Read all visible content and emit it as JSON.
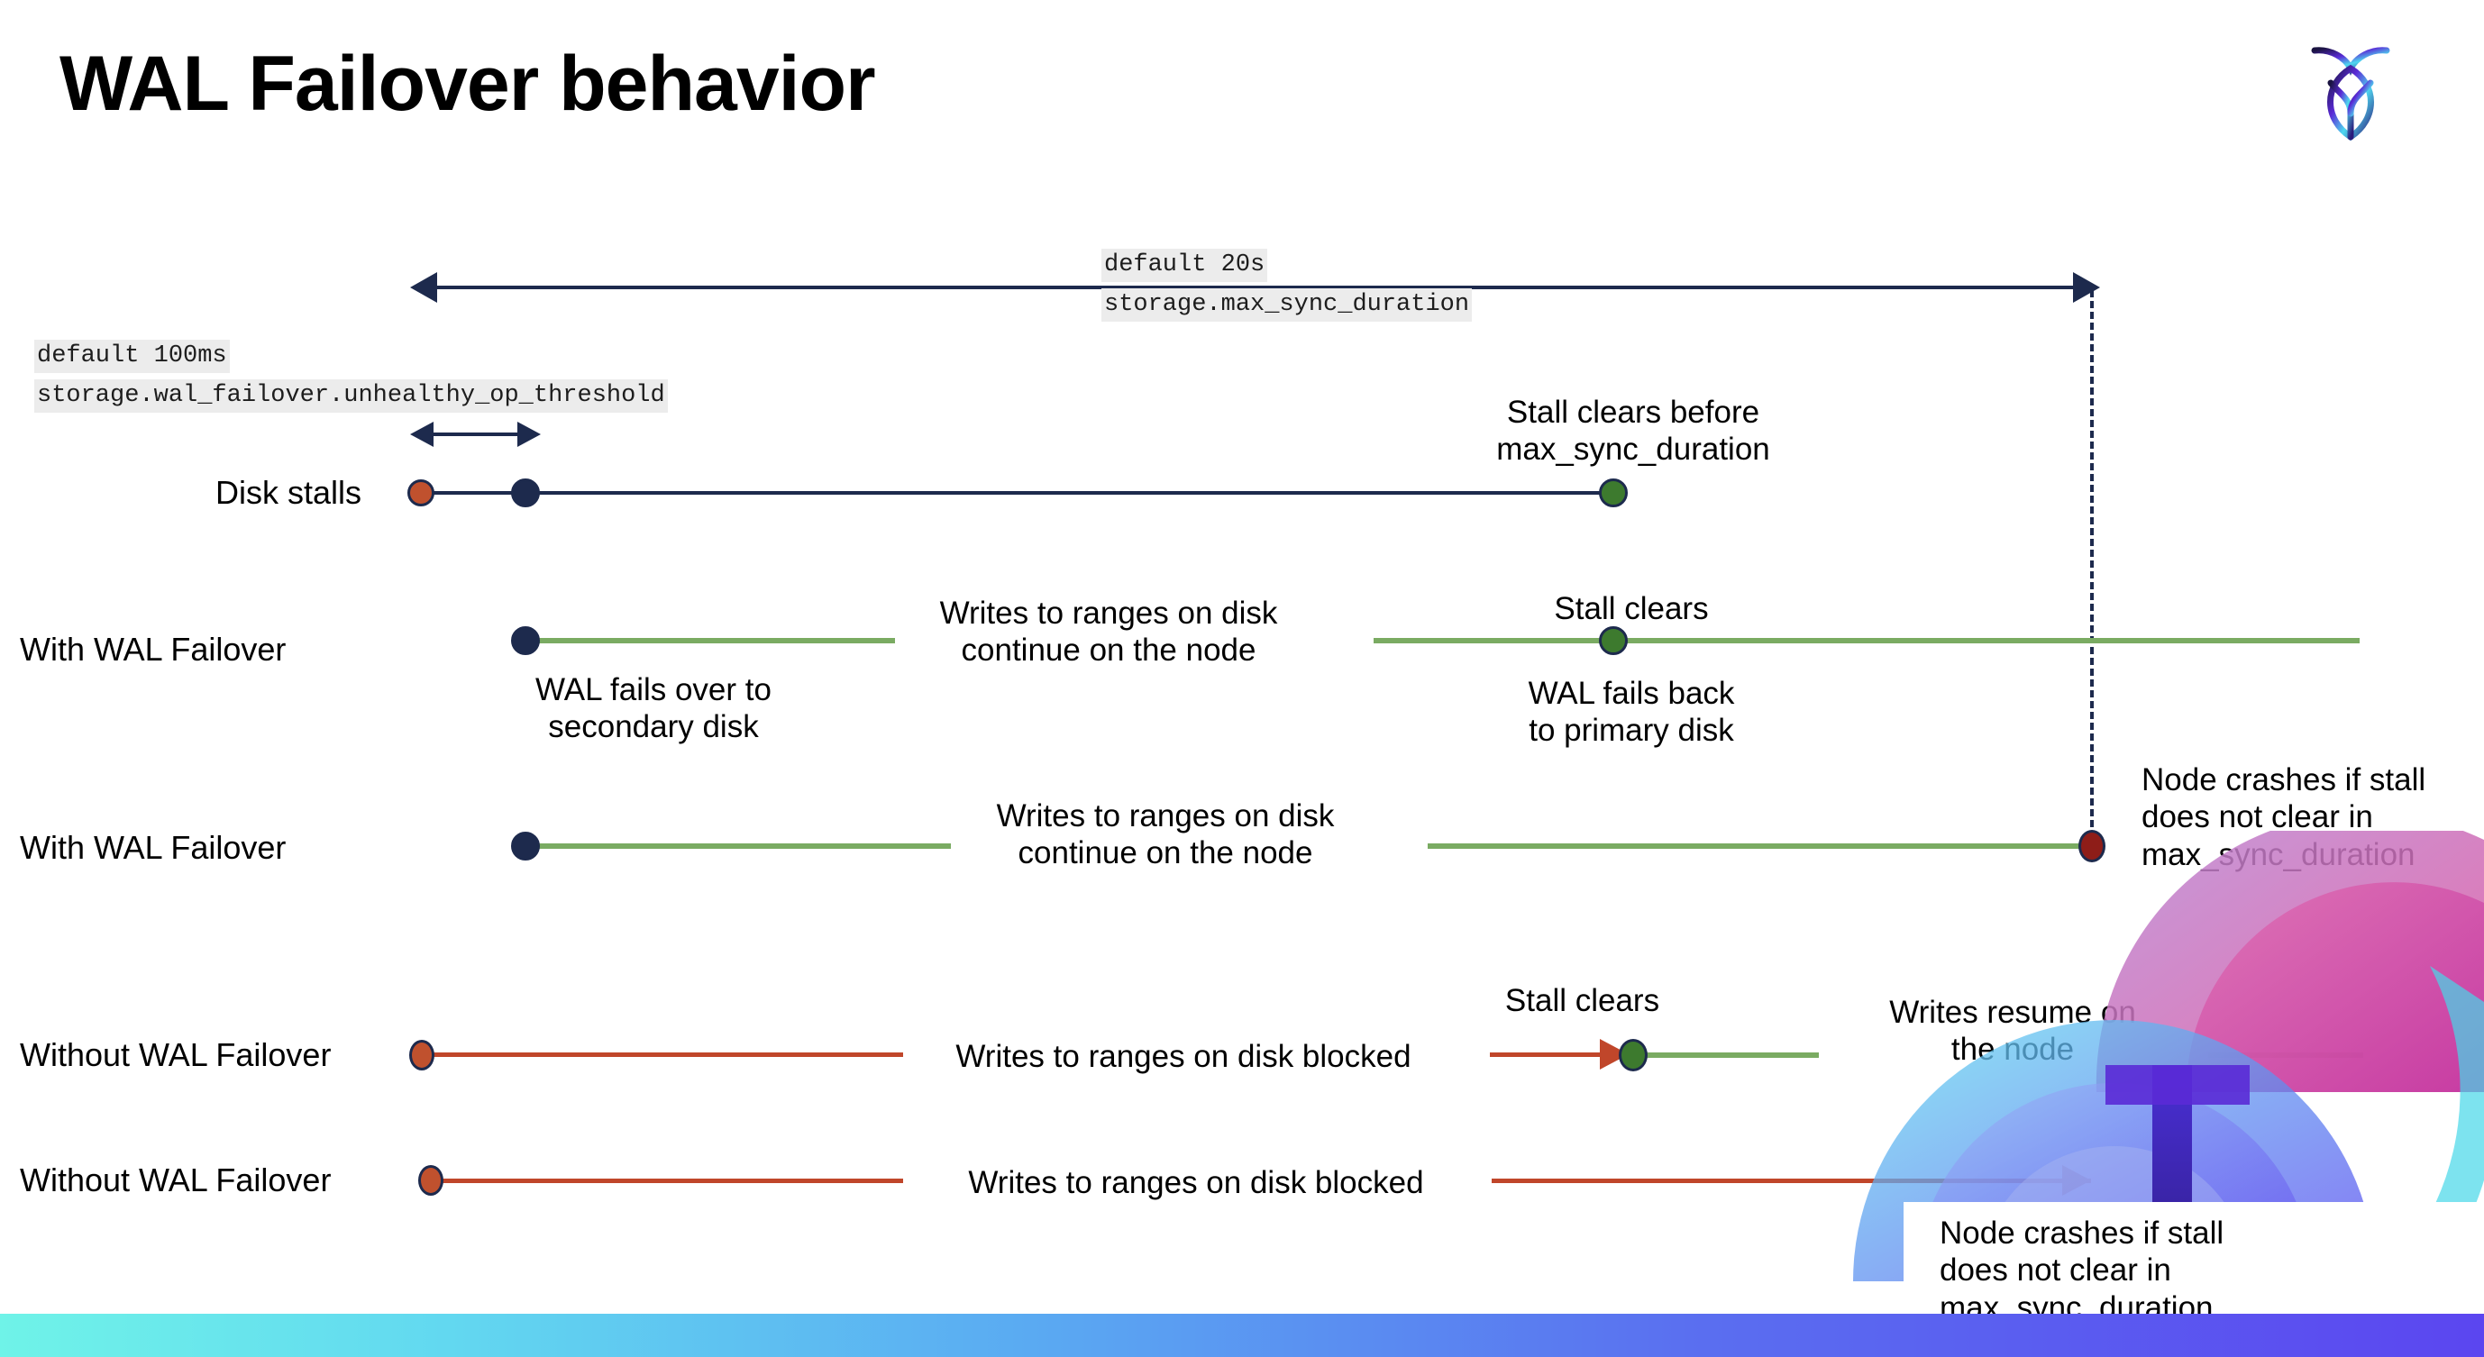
{
  "slide": {
    "title": "WAL Failover behavior",
    "logo_name": "cockroachdb-logo"
  },
  "settings_annotations": [
    {
      "id": "max-sync-duration",
      "default_label": "default 20s",
      "setting_name": "storage.max_sync_duration"
    },
    {
      "id": "unhealthy-op-threshold",
      "default_label": "default 100ms",
      "setting_name": "storage.wal_failover.unhealthy_op_threshold"
    }
  ],
  "rows": [
    {
      "id": "disk-stalls",
      "label": "Disk stalls",
      "notes": [
        "Stall clears before\nmax_sync_duration"
      ]
    },
    {
      "id": "with-wal-failover-clears",
      "label": "With WAL Failover",
      "notes": [
        "WAL fails over to\nsecondary disk",
        "Writes to ranges on disk\ncontinue on the node",
        "Stall clears",
        "WAL fails  back\nto primary disk"
      ]
    },
    {
      "id": "with-wal-failover-crash",
      "label": "With WAL Failover",
      "notes": [
        "Writes to ranges on disk\ncontinue on the node",
        "Node crashes if stall\ndoes not clear in\nmax_sync_duration"
      ]
    },
    {
      "id": "without-wal-failover-clears",
      "label": "Without WAL Failover",
      "notes": [
        "Writes to ranges on disk  blocked",
        "Stall clears",
        "Writes resume on\nthe node"
      ]
    },
    {
      "id": "without-wal-failover-crash",
      "label": "Without WAL Failover",
      "notes": [
        "Writes to ranges on disk  blocked",
        "Node crashes if stall\ndoes not clear in\nmax_sync_duration"
      ]
    }
  ],
  "colors": {
    "navy": "#1d2a4d",
    "stall_start_orange": "#c0512e",
    "stall_clear_green": "#3d7a2e",
    "node_crash_red": "#8e1d18",
    "timeline_green": "#7aab62",
    "timeline_red": "#c0462a",
    "code_background": "#ececec",
    "bottom_bar_from": "#6ff3e8",
    "bottom_bar_to": "#5b46f0"
  }
}
